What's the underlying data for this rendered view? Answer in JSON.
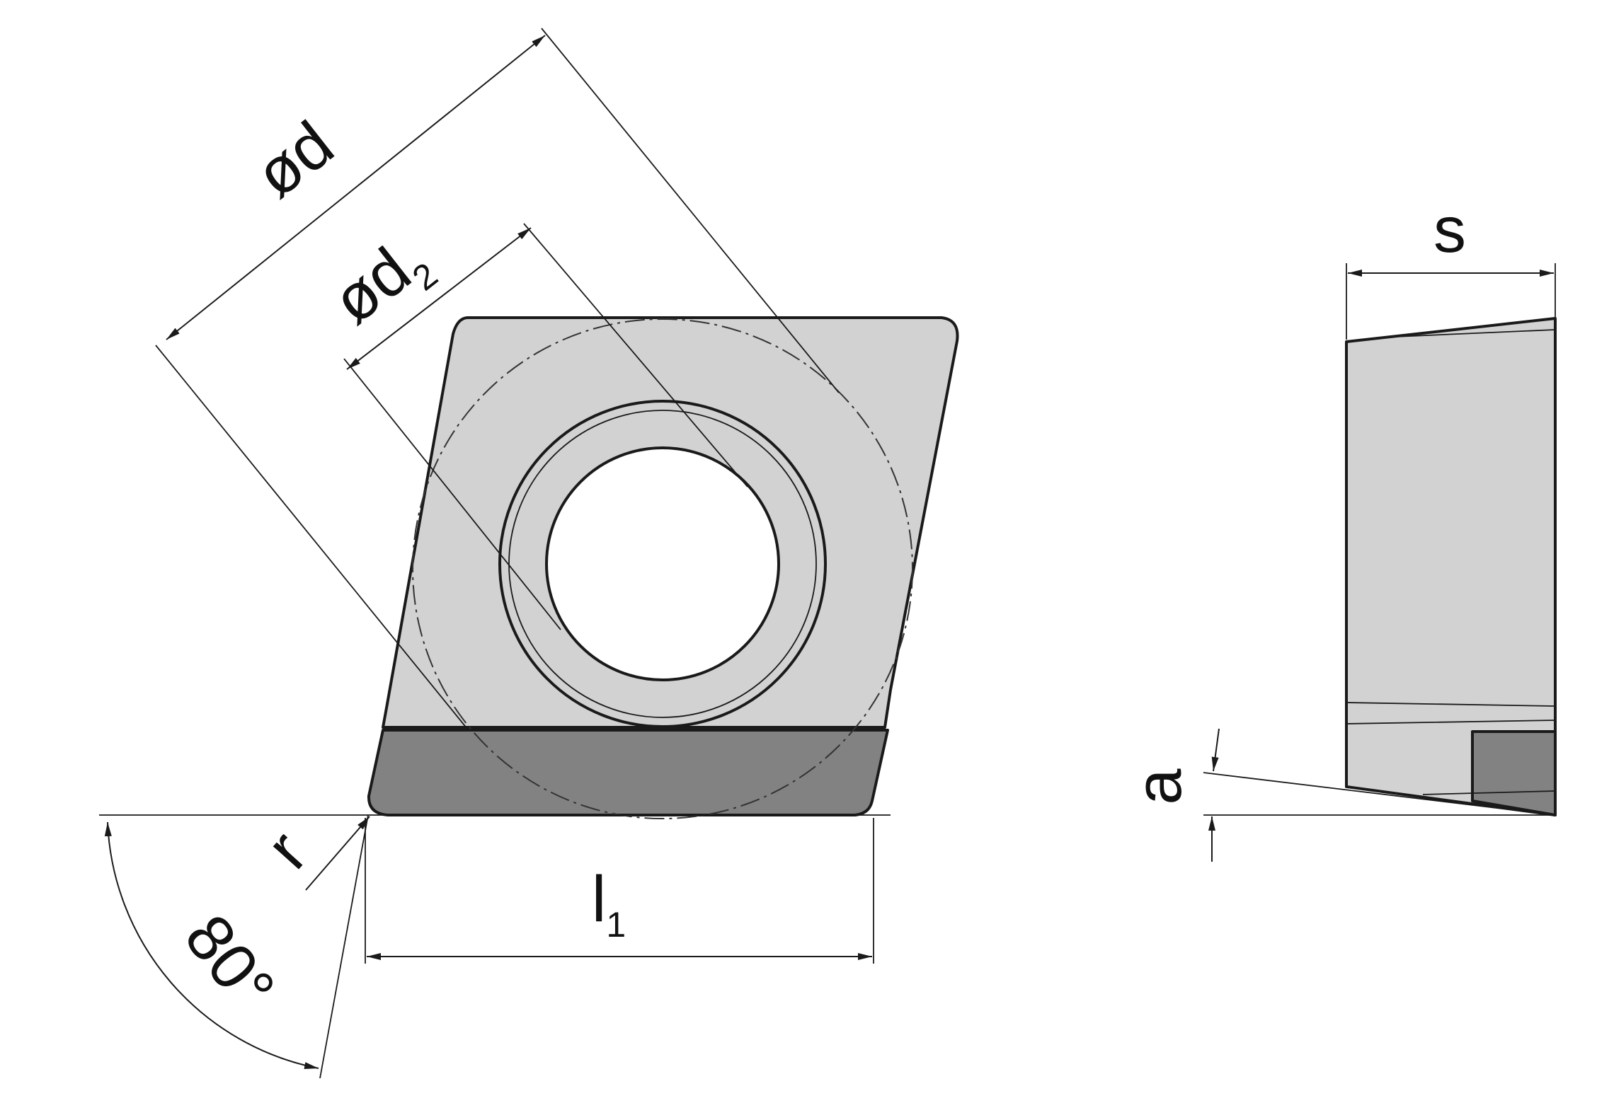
{
  "colors": {
    "insert_body": "#d2d2d2",
    "cutting_edge_tip": "#828282",
    "line": "#1a1a1a",
    "background": "#ffffff"
  },
  "labels": {
    "outer_diameter": "ød",
    "hole_diameter_symbol": "ød",
    "hole_diameter_sub": "2",
    "corner_radius": "r",
    "edge_length_main": "l",
    "edge_length_sub": "1",
    "corner_angle": "80°",
    "thickness": "s",
    "clearance": "a"
  }
}
